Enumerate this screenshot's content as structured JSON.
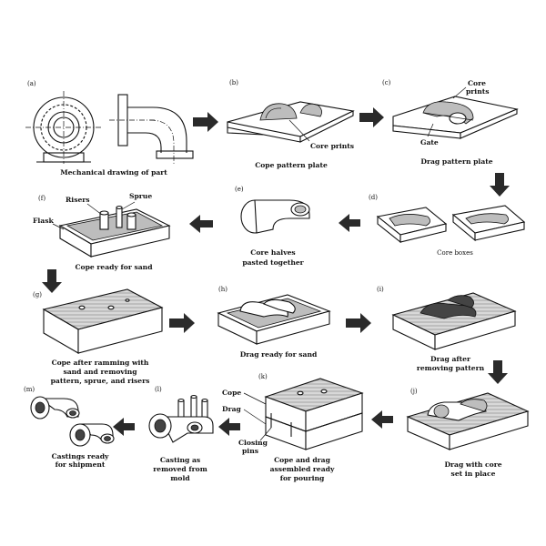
{
  "steps": {
    "a": {
      "tag": "(a)",
      "caption": "Mechanical drawing of part"
    },
    "b": {
      "tag": "(b)",
      "caption": "Cope pattern plate",
      "label_core_prints": "Core prints"
    },
    "c": {
      "tag": "(c)",
      "caption": "Drag pattern plate",
      "label_core_prints_1": "Core",
      "label_core_prints_2": "prints",
      "label_gate": "Gate"
    },
    "d": {
      "tag": "(d)",
      "caption": "Core boxes"
    },
    "e": {
      "tag": "(e)",
      "caption_1": "Core halves",
      "caption_2": "pasted together"
    },
    "f": {
      "tag": "(f)",
      "caption": "Cope ready for sand",
      "label_risers": "Risers",
      "label_sprue": "Sprue",
      "label_flask": "Flask"
    },
    "g": {
      "tag": "(g)",
      "caption_1": "Cope after ramming with",
      "caption_2": "sand and removing",
      "caption_3": "pattern, sprue, and risers"
    },
    "h": {
      "tag": "(h)",
      "caption": "Drag ready for sand"
    },
    "i": {
      "tag": "(i)",
      "caption_1": "Drag after",
      "caption_2": "removing pattern"
    },
    "j": {
      "tag": "(j)",
      "caption_1": "Drag with core",
      "caption_2": "set in place"
    },
    "k": {
      "tag": "(k)",
      "caption_1": "Cope and drag",
      "caption_2": "assembled ready",
      "caption_3": "for pouring",
      "label_cope": "Cope",
      "label_drag": "Drag",
      "label_closing_1": "Closing",
      "label_closing_2": "pins"
    },
    "l": {
      "tag": "(l)",
      "caption_1": "Casting as",
      "caption_2": "removed from",
      "caption_3": "mold"
    },
    "m": {
      "tag": "(m)",
      "caption_1": "Castings ready",
      "caption_2": "for shipment"
    }
  }
}
